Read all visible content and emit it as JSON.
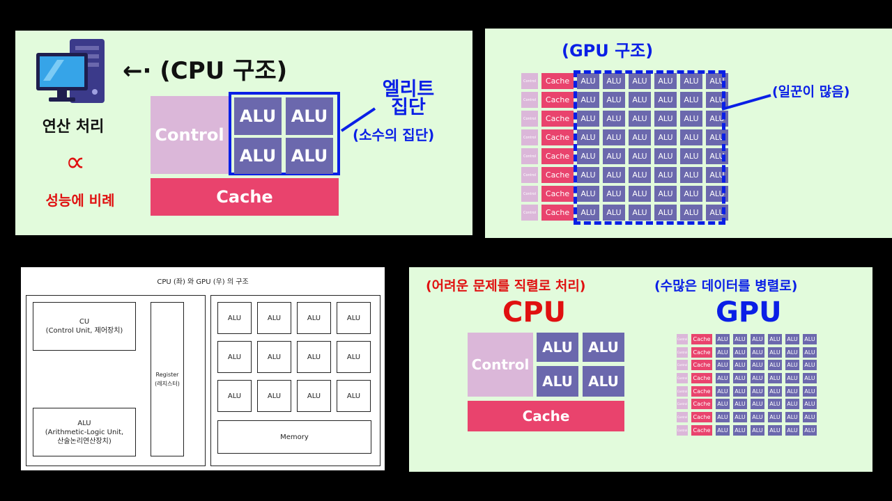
{
  "panel1": {
    "title": "←· (CPU 구조)",
    "compute_label": "연산 처리",
    "proportional_symbol": "∝",
    "performance_label": "성능에 비례",
    "control": "Control",
    "alu": [
      "ALU",
      "ALU",
      "ALU",
      "ALU"
    ],
    "cache": "Cache",
    "elite_line1": "엘리트",
    "elite_line2": "집단",
    "few_label": "(소수의 집단)",
    "colors": {
      "highlight": "#0a1fe6",
      "red": "#e01010"
    }
  },
  "panel2": {
    "title": "(GPU 구조)",
    "many_label": "(일꾼이 많음)",
    "control": "Control",
    "cache": "Cache",
    "alu": "ALU",
    "rows": 8,
    "cols": 6
  },
  "panel3": {
    "title": "CPU (좌) 와 GPU (우) 의 구조",
    "cu": "CU\n(Control Unit, 제어장치)",
    "alu_box": "ALU\n(Arithmetic-Logic Unit,\n산술논리연산장치)",
    "register": "Register\n(레지스터)",
    "alu": "ALU",
    "memory": "Memory"
  },
  "panel4": {
    "cpu_caption": "(어려운 문제를 직렬로 처리)",
    "gpu_caption": "(수많은 데이터를 병렬로)",
    "cpu_title": "CPU",
    "gpu_title": "GPU",
    "control": "Control",
    "alu": [
      "ALU",
      "ALU",
      "ALU",
      "ALU"
    ],
    "cache": "Cache",
    "g_control": "Control",
    "g_cache": "Cache",
    "g_alu": "ALU",
    "rows": 8,
    "cols": 6
  }
}
